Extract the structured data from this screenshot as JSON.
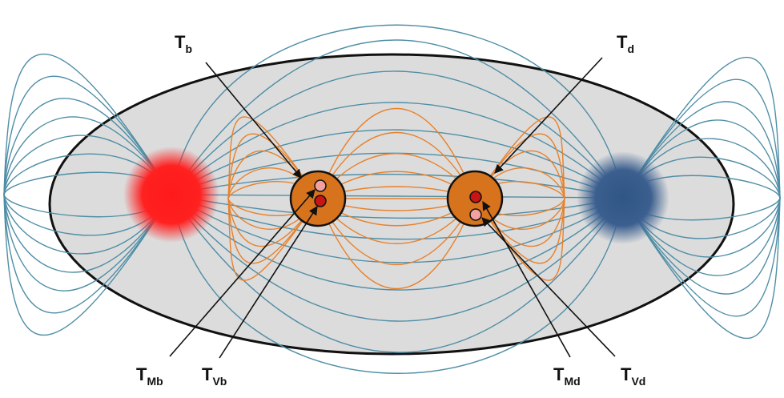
{
  "labels": {
    "t_b": {
      "main": "T",
      "sub": "b"
    },
    "t_d": {
      "main": "T",
      "sub": "d"
    },
    "t_mb": {
      "main": "T",
      "sub": "Mb"
    },
    "t_vb": {
      "main": "T",
      "sub": "Vb"
    },
    "t_md": {
      "main": "T",
      "sub": "Md"
    },
    "t_vd": {
      "main": "T",
      "sub": "Vd"
    }
  },
  "colors": {
    "ellipse_fill": "#dcdcdc",
    "ellipse_stroke": "#111111",
    "pole_left": "#ff1a1a",
    "pole_right": "#3b5f8f",
    "blue_field": "#4f8ea6",
    "orange_field": "#e8812a",
    "spindle_body": "#d8731d",
    "dot_light": "#f3a0a0",
    "dot_dark": "#c81414"
  }
}
